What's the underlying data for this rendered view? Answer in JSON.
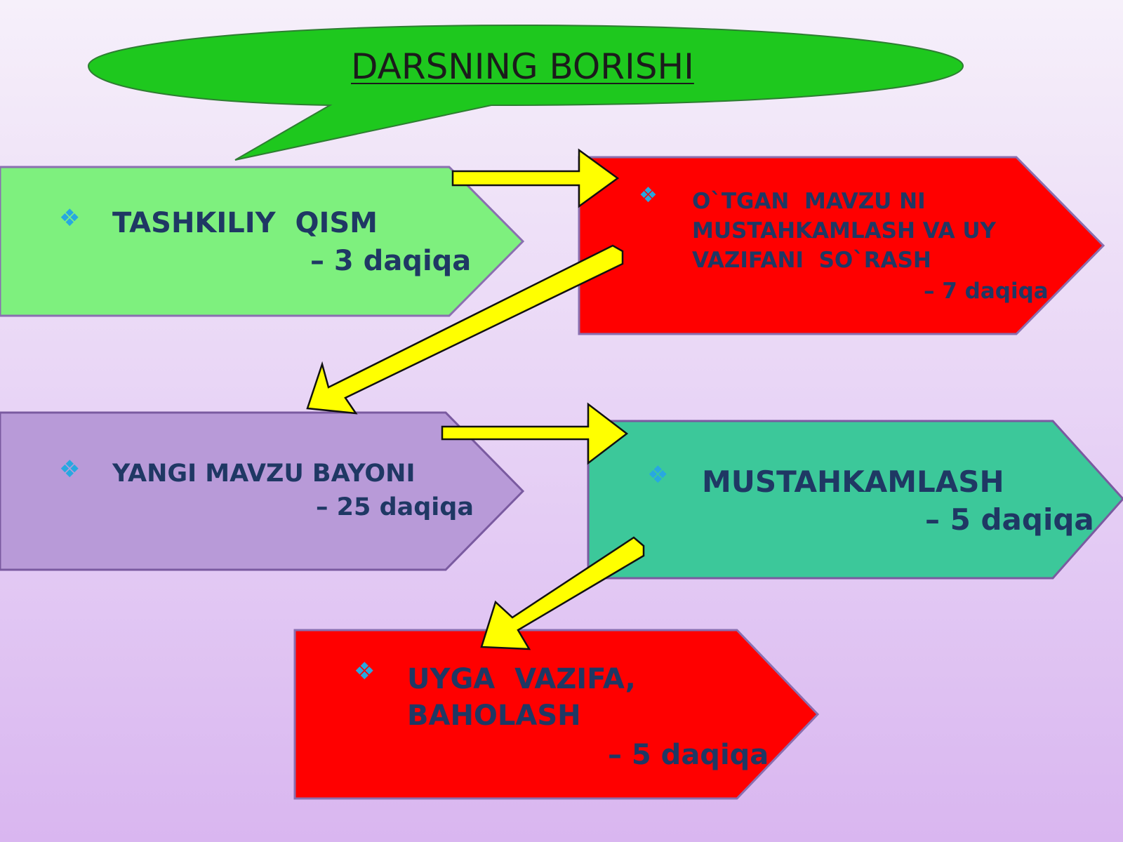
{
  "title": "DARSNING BORISHI",
  "colors": {
    "bubble": "#1ec81e",
    "step1": "#7ef07e",
    "step2": "#ff0000",
    "step3": "#b89ad8",
    "step4": "#3cc89a",
    "step5": "#ff0000",
    "arrow": "#ffff00",
    "text": "#1f3864"
  },
  "bullet_icon": "diamond-bullet-icon",
  "steps": [
    {
      "label": "TASHKILIY  QISM",
      "time": "– 3 daqiqa"
    },
    {
      "label_lines": [
        "O`TGAN  MAVZU NI",
        "MUSTAHKAMLASH VA UY",
        "VAZIFANI  SO`RASH"
      ],
      "time": "– 7 daqiqa"
    },
    {
      "label": "YANGI MAVZU BAYONI",
      "time": "– 25 daqiqa"
    },
    {
      "label": "MUSTAHKAMLASH",
      "time": "– 5 daqiqa"
    },
    {
      "label_lines": [
        "UYGA  VAZIFA,",
        "BAHOLASH"
      ],
      "time": "– 5 daqiqa"
    }
  ]
}
